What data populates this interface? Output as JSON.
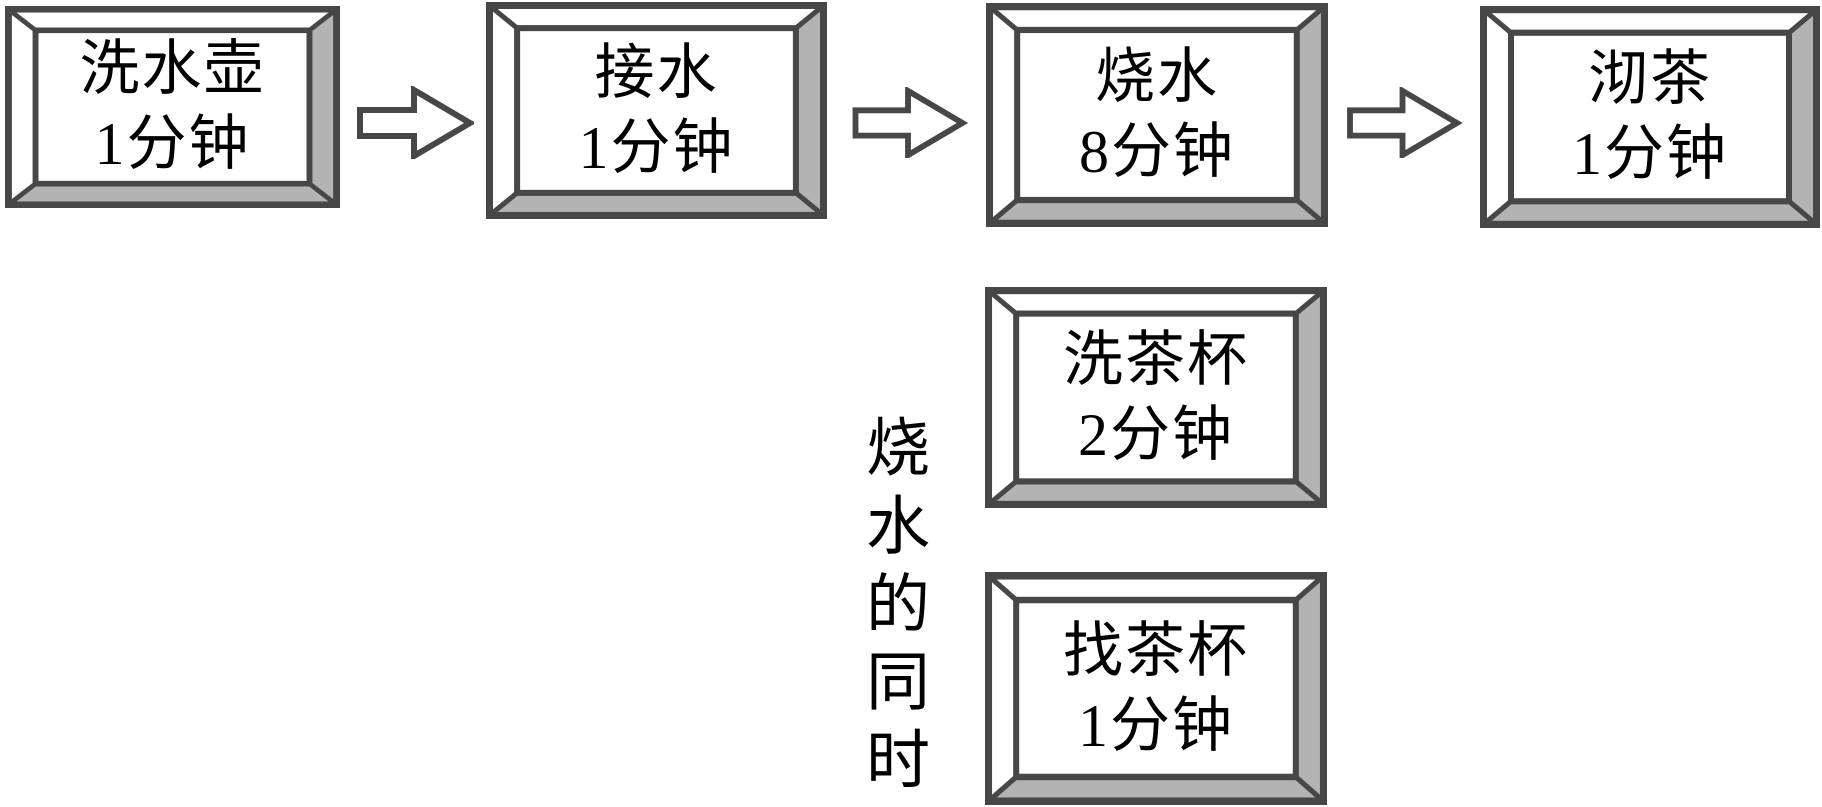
{
  "flow": {
    "main": [
      {
        "label": "洗水壶",
        "duration": "1分钟"
      },
      {
        "label": "接水",
        "duration": "1分钟"
      },
      {
        "label": "烧水",
        "duration": "8分钟"
      },
      {
        "label": "沏茶",
        "duration": "1分钟"
      }
    ],
    "parallel": [
      {
        "label": "洗茶杯",
        "duration": "2分钟"
      },
      {
        "label": "找茶杯",
        "duration": "1分钟"
      }
    ],
    "side_note": "烧水的同时",
    "arrow_icon": "right-block-arrow",
    "colors": {
      "border": "#474747",
      "face_shadow": "#b3b3b3",
      "background": "#ffffff",
      "text": "#000000"
    }
  }
}
